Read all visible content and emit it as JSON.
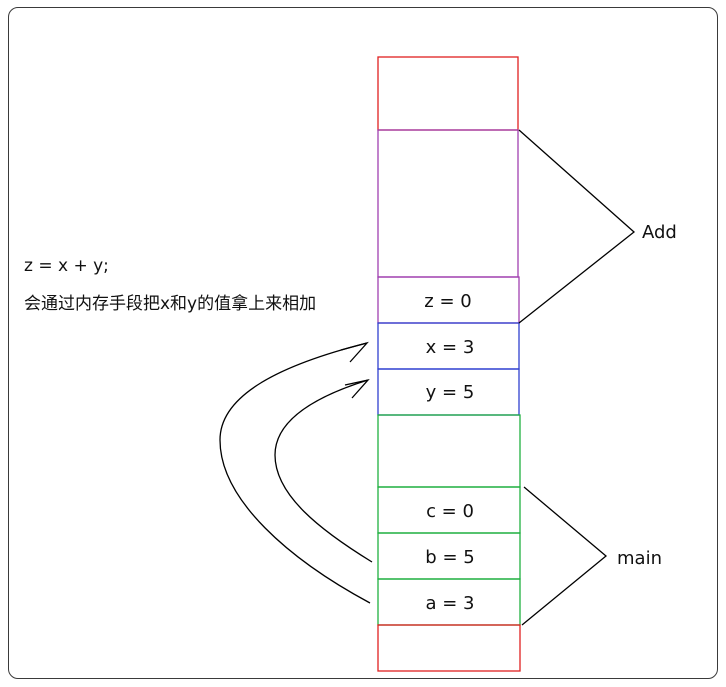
{
  "code_line": "z = x + y;",
  "explanation": "会通过内存手段把x和y的值拿上来相加",
  "frames": {
    "add_label": "Add",
    "main_label": "main"
  },
  "cells": {
    "z": "z = 0",
    "x": "x = 3",
    "y": "y = 5",
    "c": "c = 0",
    "b": "b = 5",
    "a": "a = 3"
  },
  "colors": {
    "stack_edge": "#e02020",
    "add_frame": "#a040b0",
    "param_frame": "#3040d0",
    "main_frame": "#20b040",
    "line": "#000000"
  }
}
